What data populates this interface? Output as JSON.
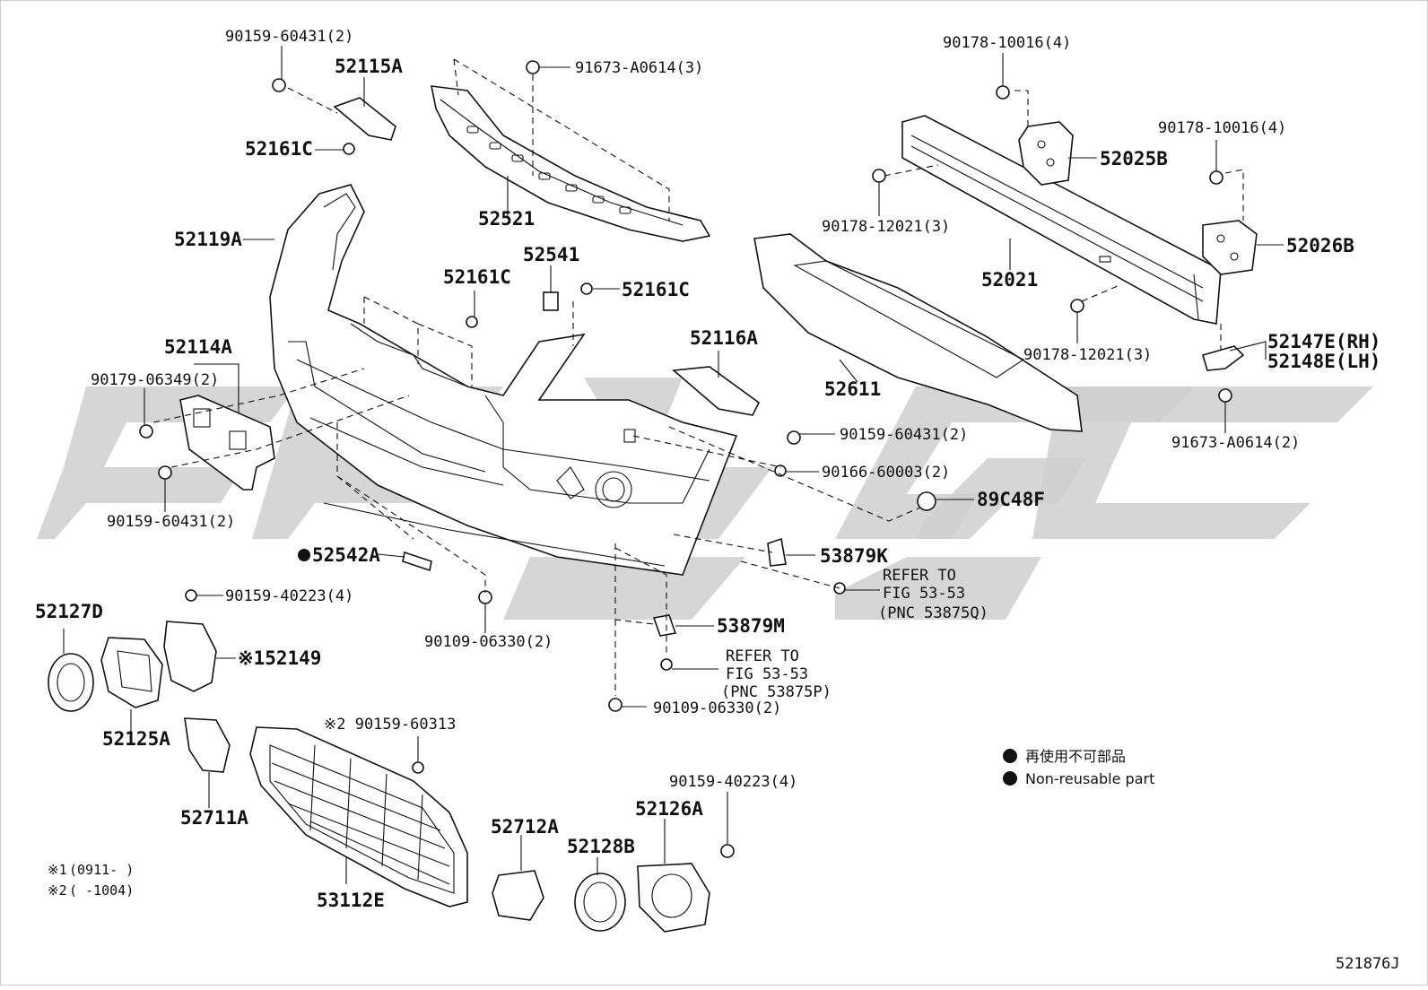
{
  "diagram": {
    "figure_code": "521876J",
    "legend": {
      "items": [
        {
          "symbol": "●",
          "text": "再使用不可部品"
        },
        {
          "symbol": "●",
          "text": "Non-reusable part"
        }
      ]
    },
    "notes": [
      {
        "mark": "※1",
        "text": "(0911-      )"
      },
      {
        "mark": "※2",
        "text": "(      -1004)"
      }
    ],
    "labels": {
      "p90159_60431_a": "90159-60431(2)",
      "p52115A": "52115A",
      "p91673_A0614_3": "91673-A0614(3)",
      "p90178_10016_a": "90178-10016(4)",
      "p52161C_a": "52161C",
      "p52025B": "52025B",
      "p90178_10016_b": "90178-10016(4)",
      "p52521": "52521",
      "p90178_12021_a": "90178-12021(3)",
      "p52119A": "52119A",
      "p52026B": "52026B",
      "p52541": "52541",
      "p52021": "52021",
      "p52161C_b": "52161C",
      "p52161C_c": "52161C",
      "p90178_12021_b": "90178-12021(3)",
      "p52147E": "52147E(RH)",
      "p52148E": "52148E(LH)",
      "p52116A": "52116A",
      "p52114A": "52114A",
      "p52611": "52611",
      "p90179_06349": "90179-06349(2)",
      "p91673_A0614_2": "91673-A0614(2)",
      "p90159_60431_b": "90159-60431(2)",
      "p90166_60003": "90166-60003(2)",
      "p90159_60431_c": "90159-60431(2)",
      "p89C48F": "89C48F",
      "p52542A": "52542A",
      "p53879K": "53879K",
      "refer1_l1": "REFER TO",
      "refer1_l2": "FIG 53-53",
      "refer1_l3": "(PNC 53875Q)",
      "p52127D": "52127D",
      "p90159_40223_a": "90159-40223(4)",
      "p53879M": "53879M",
      "p52149": "※152149",
      "p90109_06330_a": "90109-06330(2)",
      "refer2_l1": "REFER TO",
      "refer2_l2": "FIG 53-53",
      "refer2_l3": "(PNC 53875P)",
      "p90109_06330_b": "90109-06330(2)",
      "p52125A": "52125A",
      "p90159_60313": "※2 90159-60313",
      "p52711A": "52711A",
      "p90159_40223_b": "90159-40223(4)",
      "p52126A": "52126A",
      "p52712A": "52712A",
      "p52128B": "52128B",
      "p53112E": "53112E"
    }
  }
}
